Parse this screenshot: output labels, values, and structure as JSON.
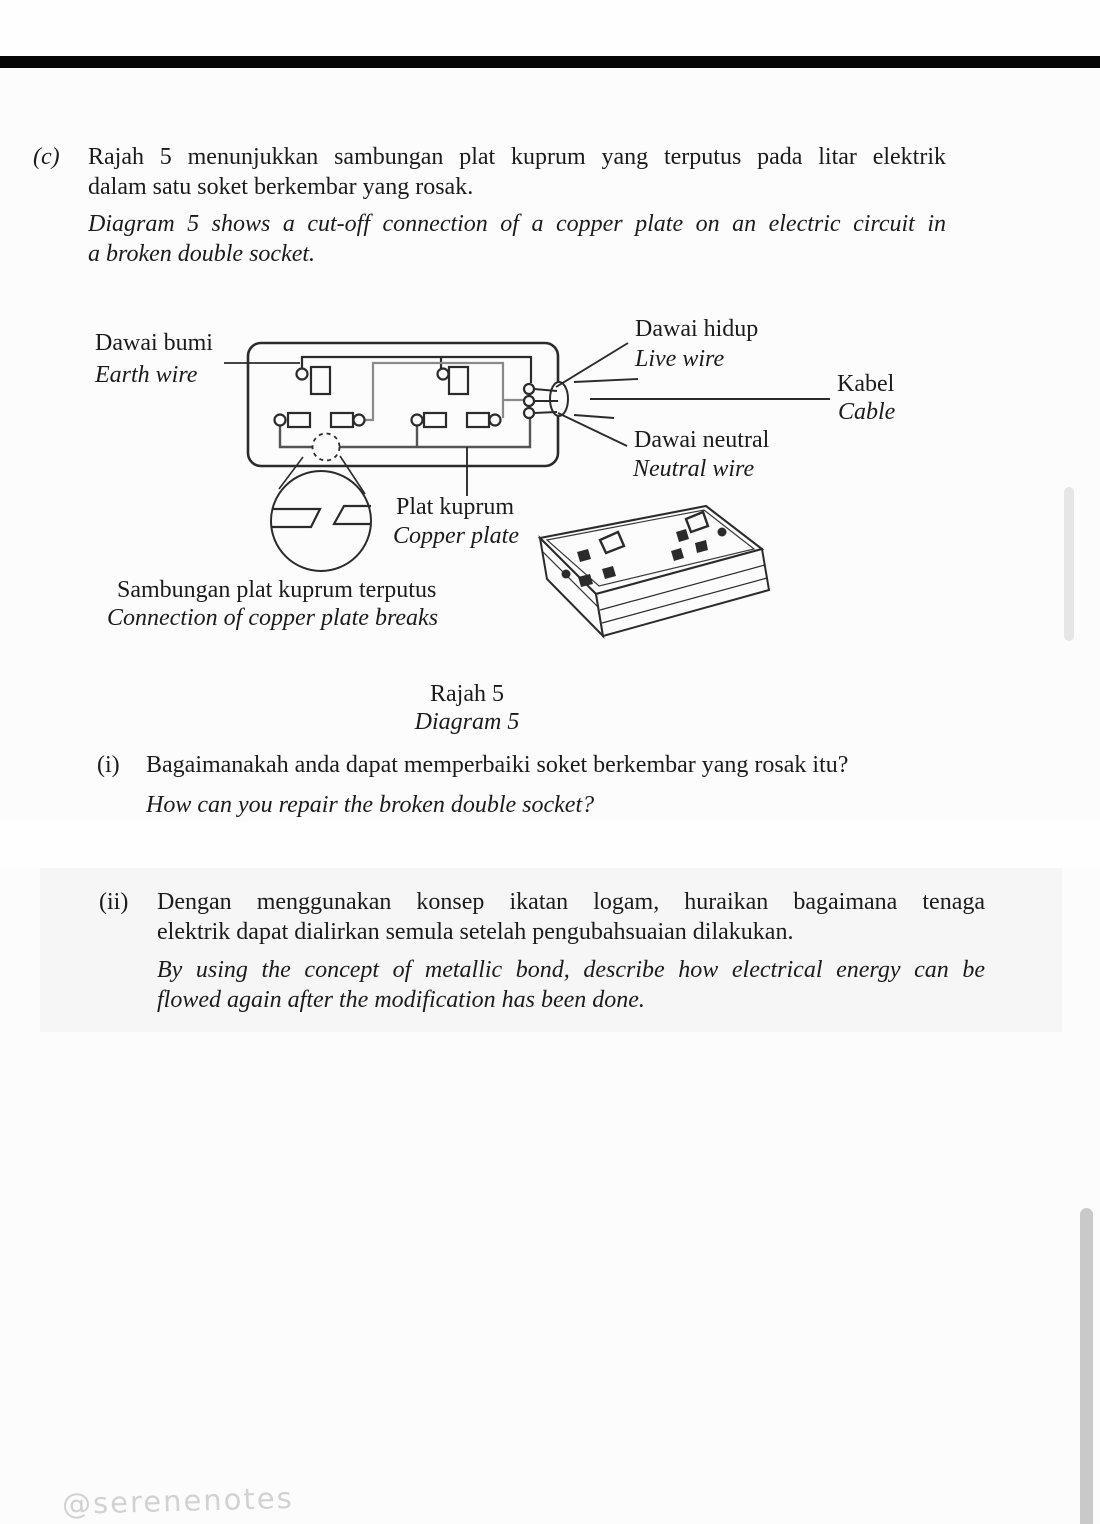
{
  "question_c": {
    "label": "(c)",
    "ms1": "Rajah 5 menunjukkan sambungan plat kuprum yang terputus pada litar elektrik",
    "ms2": "dalam satu soket berkembar yang rosak.",
    "en1": "Diagram 5 shows a cut-off connection of a copper plate on an electric circuit in",
    "en2": "a broken double socket."
  },
  "diagram": {
    "earth_label": "Dawai bumi",
    "earth_label_en": "Earth wire",
    "live_label": "Dawai hidup",
    "live_label_en": "Live wire",
    "cable_label": "Kabel",
    "cable_label_en": "Cable",
    "neutral_label": "Dawai neutral",
    "neutral_label_en": "Neutral wire",
    "copper_label": "Plat kuprum",
    "copper_label_en": "Copper plate",
    "break_label": "Sambungan plat kuprum terputus",
    "break_label_en": "Connection of copper plate breaks",
    "caption": "Rajah 5",
    "caption_en": "Diagram 5"
  },
  "question_i": {
    "label": "(i)",
    "ms": "Bagaimanakah anda dapat memperbaiki soket berkembar yang rosak itu?",
    "en": "How can you repair the broken double socket?"
  },
  "question_ii": {
    "label": "(ii)",
    "ms1": "Dengan menggunakan konsep ikatan logam, huraikan bagaimana tenaga",
    "ms2": "elektrik dapat dialirkan semula setelah pengubahsuaian dilakukan.",
    "en1": "By using the concept of metallic bond, describe how electrical energy can be",
    "en2": "flowed again after the modification has been done."
  },
  "watermark": "@serenenotes",
  "colors": {
    "ink": "#1b1b1b",
    "top_bar": "#060606",
    "scrollbar_upper": "#e6e6e6",
    "scrollbar_lower": "#c9c9c9",
    "watermark": "#d2d2d2",
    "scan_segment_bg": "#f6f6f7",
    "wire_dark": "#2b2b2b",
    "wire_gray": "#8a8a8a"
  }
}
